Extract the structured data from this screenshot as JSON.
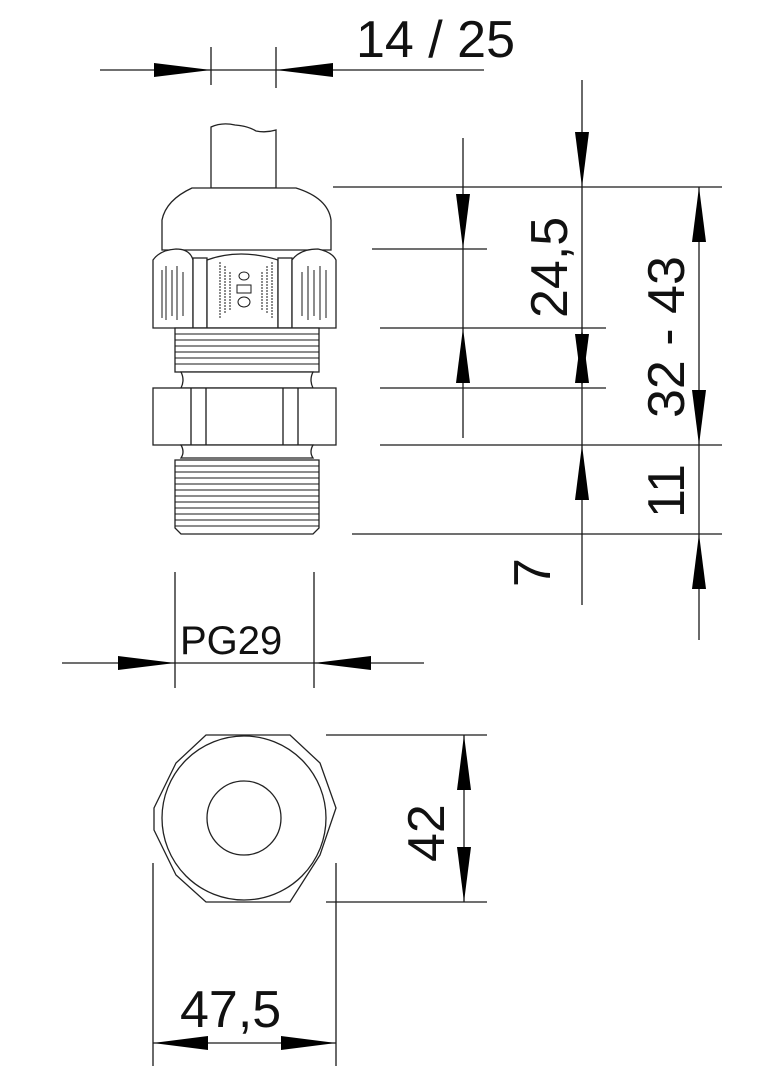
{
  "drawing": {
    "title": "Cable gland PG29 dimension drawing",
    "colors": {
      "line": "#1a1a1a",
      "background": "#ffffff"
    },
    "dimensions": {
      "clamping_range": "14 / 25",
      "cap_height": "24,5",
      "total_height_range": "32 - 43",
      "thread_length": "11",
      "collar_height": "7",
      "thread_size": "PG29",
      "hex_across_flats": "42",
      "hex_across_corners": "47,5"
    },
    "views": [
      "side-view",
      "top-view"
    ]
  }
}
